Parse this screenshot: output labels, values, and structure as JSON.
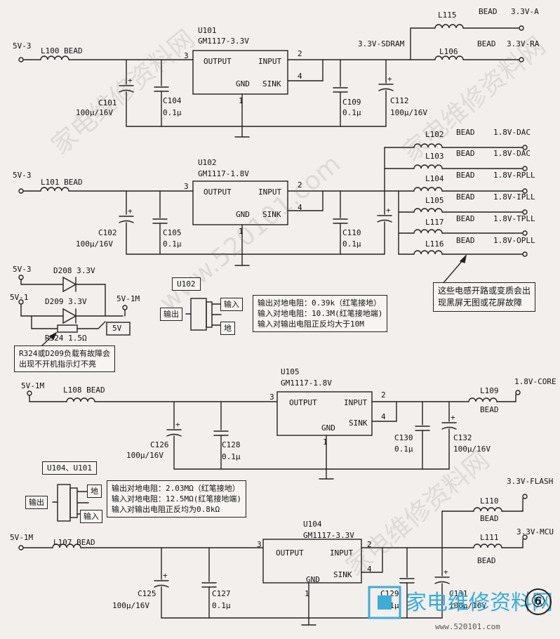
{
  "regulators": {
    "u101": {
      "ref": "U101",
      "part": "GM1117-3.3V",
      "output": "OUTPUT",
      "input": "INPUT",
      "gnd": "GND",
      "sink": "SINK",
      "p3": "3",
      "p2": "2",
      "p4": "4",
      "p1": "1"
    },
    "u102": {
      "ref": "U102",
      "part": "GM1117-1.8V",
      "output": "OUTPUT",
      "input": "INPUT",
      "gnd": "GND",
      "sink": "SINK",
      "p3": "3",
      "p2": "2",
      "p4": "4",
      "p1": "1"
    },
    "u105": {
      "ref": "U105",
      "part": "GM1117-1.8V",
      "output": "OUTPUT",
      "input": "INPUT",
      "gnd": "GND",
      "sink": "SINK",
      "p3": "3",
      "p2": "2",
      "p4": "4",
      "p1": "1"
    },
    "u104": {
      "ref": "U104",
      "part": "GM1117-3.3V",
      "output": "OUTPUT",
      "input": "INPUT",
      "gnd": "GND",
      "sink": "SINK",
      "p3": "3",
      "p2": "2",
      "p4": "4",
      "p1": "1"
    }
  },
  "nets": {
    "n5v3a": "5V-3",
    "n5v3b": "5V-3",
    "n5v3c": "5V-3",
    "n5v1": "5V-1",
    "n5v1m": "5V-1M",
    "n5v1m2": "5V-1M",
    "n5v1m3": "5V-1M",
    "n5v": "5V",
    "sdram": "3.3V-SDRAM",
    "v33a": "3.3V-A",
    "v33ra": "3.3V-RA",
    "dac1": "1.8V-DAC",
    "dac2": "1.8V-DAC",
    "rpll": "1.8V-RPLL",
    "ipll": "1.8V-IPLL",
    "tpll": "1.8V-TPLL",
    "opll": "1.8V-OPLL",
    "core": "1.8V-CORE",
    "flash": "3.3V-FLASH",
    "mcu": "3.3V-MCU"
  },
  "inductors": {
    "l100": "L100 BEAD",
    "l101": "L101 BEAD",
    "l108": "L108 BEAD",
    "l107": "L107 BEAD",
    "l115": "L115",
    "l106": "L106",
    "l102": "L102",
    "l103": "L103",
    "l104": "L104",
    "l105": "L105",
    "l117": "L117",
    "l116": "L116",
    "l109": "L109",
    "l110": "L110",
    "l111": "L111",
    "bead": "BEAD"
  },
  "caps": {
    "c101": "C101",
    "c101v": "100μ/16V",
    "c104": "C104",
    "c104v": "0.1μ",
    "c109": "C109",
    "c109v": "0.1μ",
    "c112": "C112",
    "c112v": "100μ/16V",
    "c102": "C102",
    "c102v": "100μ/16V",
    "c105": "C105",
    "c105v": "0.1μ",
    "c110": "C110",
    "c110v": "0.1μ",
    "c126": "C126",
    "c126v": "100μ/16V",
    "c128": "C128",
    "c128v": "0.1μ",
    "c130": "C130",
    "c130v": "0.1μ",
    "c132": "C132",
    "c132v": "100μ/16V",
    "c125": "C125",
    "c125v": "100μ/16V",
    "c127": "C127",
    "c127v": "0.1μ",
    "c129": "C129",
    "c129v": "0.1μ",
    "c131": "C131",
    "c131v": "100μ/16V"
  },
  "diodes": {
    "d208": "D208 3.3V",
    "d209": "D209 3.3V",
    "r324": "R324 1.5Ω"
  },
  "notes": {
    "fault_inductor": [
      "这些电感开路或变质会出",
      "现黑屏无图或花屏故障"
    ],
    "fault_diode": [
      "R324或D209负载有故障会",
      "出现不开机指示灯不亮"
    ],
    "u102_pkg_title": "U102",
    "u102_meas": [
      "输出对地电阻：0.39k（红笔接地）",
      "输入对地电阻：10.3M(红笔接地端)",
      "输入对输出电阻正反均大于10M"
    ],
    "u104_pkg_title": "U104、U101",
    "u104_meas": [
      "输出对地电阻：2.03MΩ（红笔接地）",
      "输入对地电阻：12.5MΩ(红笔接地端)",
      "输入对输出电阻正反均为0.8kΩ"
    ],
    "pin_in": "输入",
    "pin_out": "输出",
    "pin_gnd": "地"
  },
  "watermark": {
    "site": "家电维修资料网",
    "url": "www.520101.com",
    "figure_no": "⑥"
  }
}
